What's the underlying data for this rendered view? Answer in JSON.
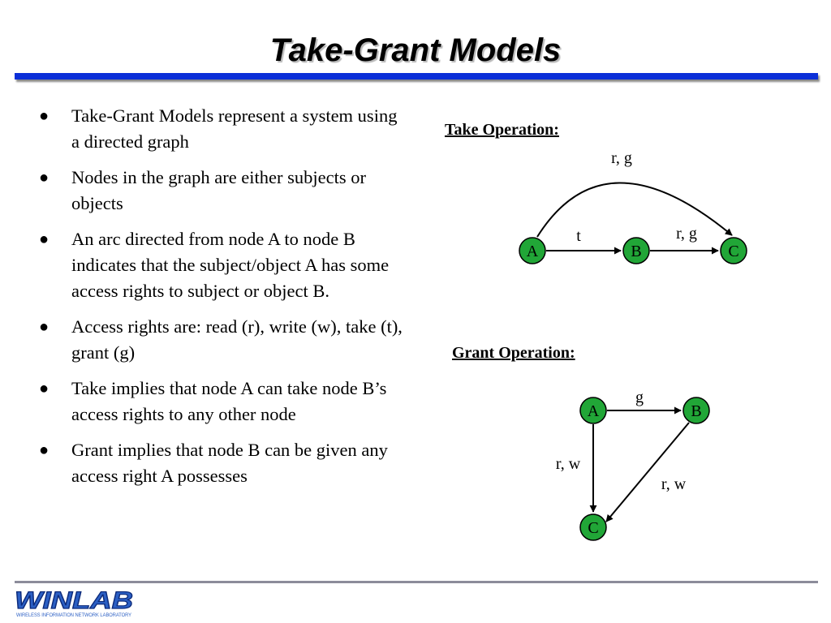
{
  "slide": {
    "title": "Take-Grant Models",
    "bullets": [
      "Take-Grant Models represent a system using a directed graph",
      "Nodes in the graph are either subjects or objects",
      "An arc directed from node A to node B indicates that the subject/object A has some access rights to subject or object B.",
      "Access rights are: read (r), write (w), take (t), grant (g)",
      "Take implies that node A can take node B’s access rights to any other node",
      "Grant implies that node B can be given any access right A possesses"
    ]
  },
  "take": {
    "heading": "Take Operation:",
    "nodes": [
      "A",
      "B",
      "C"
    ],
    "edge_labels": {
      "ab": "t",
      "bc": "r, g",
      "ac": "r, g"
    }
  },
  "grant": {
    "heading": "Grant Operation:",
    "nodes": [
      "A",
      "B",
      "C"
    ],
    "edge_labels": {
      "ab": "g",
      "ac": "r, w",
      "bc": "r, w"
    }
  },
  "logo": {
    "text": "WINLAB",
    "subtitle": "WIRELESS INFORMATION NETWORK LABORATORY"
  },
  "colors": {
    "rule": "#0b2fd8",
    "node_fill": "#21a637",
    "logo": "#2b5fc4"
  }
}
